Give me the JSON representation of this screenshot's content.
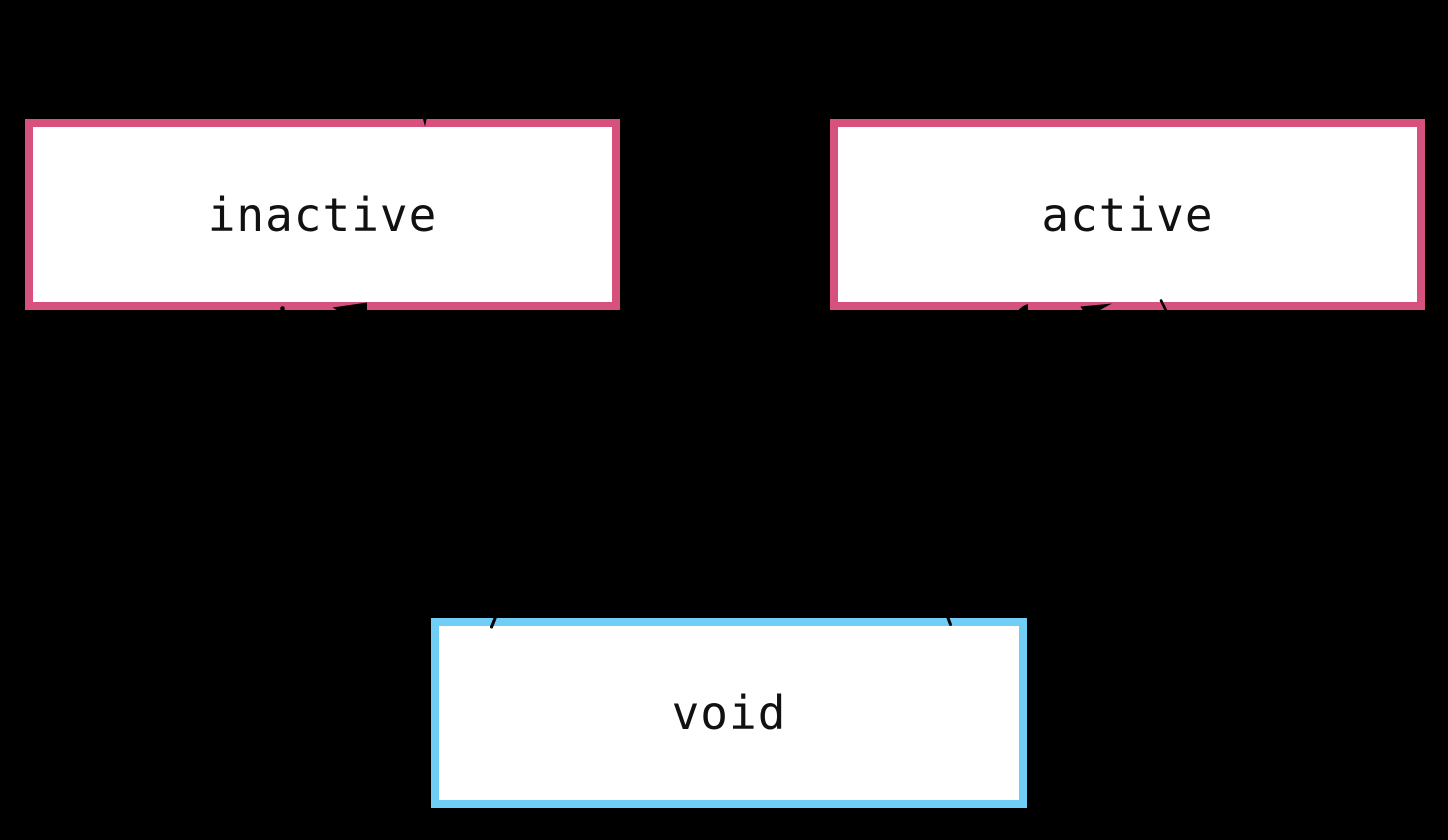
{
  "diagram": {
    "type": "state-diagram",
    "states": [
      {
        "id": "inactive",
        "label": "inactive",
        "border_color": "#d6527c"
      },
      {
        "id": "active",
        "label": "active",
        "border_color": "#d6527c"
      },
      {
        "id": "void",
        "label": "void",
        "border_color": "#6fcdf6"
      }
    ],
    "colors": {
      "background": "#000000",
      "state_fill": "#ffffff",
      "state_text": "#111111",
      "pink_border": "#d6527c",
      "blue_border": "#6fcdf6",
      "edge": "#000000"
    },
    "edge_fragments": [
      {
        "name": "initial-transition-arrowhead",
        "location": "inactive-top-border"
      },
      {
        "name": "edge-dot",
        "location": "inactive-bottom-border"
      },
      {
        "name": "left-pointing-arrowhead",
        "location": "inactive-bottom-border"
      },
      {
        "name": "edge-curve-tip",
        "location": "active-bottom-border-left"
      },
      {
        "name": "right-pointing-arrowhead",
        "location": "active-bottom-border"
      },
      {
        "name": "edge-stroke",
        "location": "active-bottom-border-right"
      },
      {
        "name": "edge-stroke",
        "location": "void-top-border-left"
      },
      {
        "name": "edge-stroke",
        "location": "void-top-border-right"
      }
    ]
  }
}
